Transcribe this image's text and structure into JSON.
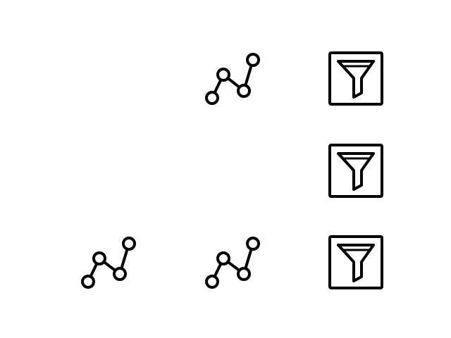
{
  "toolbar": {
    "ink_color": "#000000",
    "background_color": "#ffffff",
    "icons": [
      {
        "icon": "line-chart-icon",
        "row": 1,
        "column": 2
      },
      {
        "icon": "filter-icon",
        "row": 1,
        "column": 3
      },
      {
        "icon": "filter-icon",
        "row": 2,
        "column": 3
      },
      {
        "icon": "line-chart-icon",
        "row": 3,
        "column": 1
      },
      {
        "icon": "line-chart-icon",
        "row": 3,
        "column": 2
      },
      {
        "icon": "filter-icon",
        "row": 3,
        "column": 3
      }
    ]
  }
}
